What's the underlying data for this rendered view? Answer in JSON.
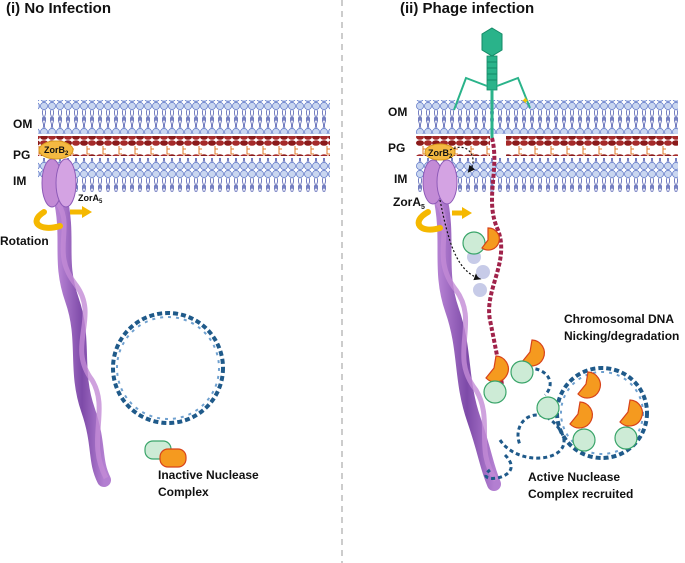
{
  "panels": {
    "left": {
      "title": "(i) No Infection",
      "labels": {
        "om": "OM",
        "pg": "PG",
        "im": "IM",
        "zorb": "ZorB",
        "zorb_sub": "2",
        "zora": "ZorA",
        "zora_sub": "5",
        "rotation": "Rotation",
        "complex_line1": "Inactive Nuclease",
        "complex_line2": "Complex"
      }
    },
    "right": {
      "title": "(ii) Phage infection",
      "labels": {
        "om": "OM",
        "pg": "PG",
        "im": "IM",
        "zorb": "ZorB",
        "zorb_sub": "2",
        "zora": "ZorA",
        "zora_sub": "5",
        "dna_line1": "Chromosomal DNA",
        "dna_line2": "Nicking/degradation",
        "complex_line1": "Active Nuclease",
        "complex_line2": "Complex recruited"
      }
    }
  },
  "colors": {
    "lipid_head": "#c9d6f0",
    "lipid_tail": "#3c4aa8",
    "peptidoglycan": "#8b1a1a",
    "pg_link": "#e07a2a",
    "motor": "#c38bd6",
    "tail_fiber": "#8e5bb8",
    "zorb": "#f4b942",
    "arrow": "#f5b800",
    "phage": "#2ab38a",
    "phage_dna": "#a0224a",
    "dna": "#1f5a8a",
    "nuclease_green": "#cdebd6",
    "nuclease_orange": "#f59a1f",
    "divider": "#999999"
  }
}
